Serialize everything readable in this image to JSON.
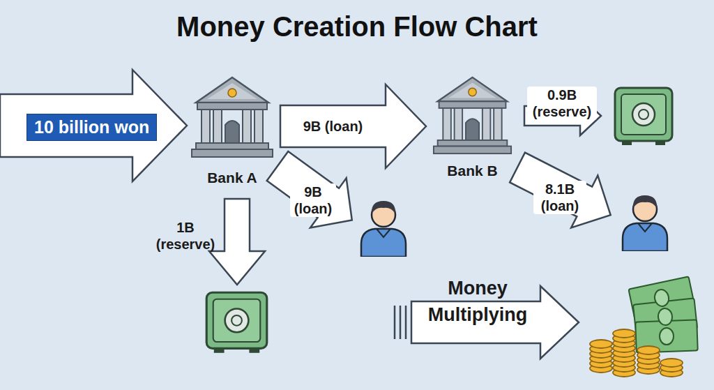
{
  "diagram": {
    "title": "Money Creation Flow Chart",
    "nodes": [
      {
        "text": [
          "10 billion won"
        ]
      },
      {
        "text": [
          "Bank A"
        ]
      },
      {
        "text": [
          "Bank B"
        ]
      }
    ],
    "edges": [
      {
        "from": 1,
        "to": 2,
        "arrow": "to",
        "label": "9B (loan)"
      }
    ],
    "labels": [
      "9B (loan)",
      "0.9B (reserve)",
      "8.1B (loan)",
      "1B (reserve)",
      "Money Multiplying"
    ]
  }
}
